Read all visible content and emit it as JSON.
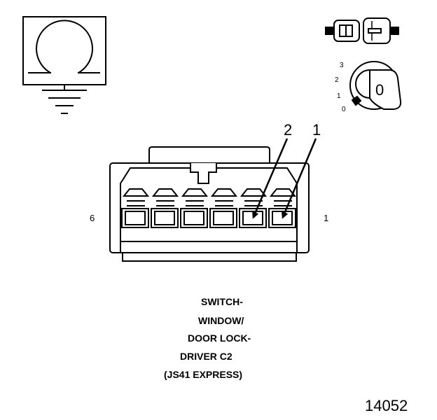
{
  "symbols": {
    "ground_symbol_icon": "ground-symbol-icon",
    "connector_icon": "connector-icon",
    "ignition_key_icon": "ignition-key-icon"
  },
  "ignition": {
    "positions": [
      "3",
      "2",
      "1",
      "0"
    ],
    "key_position": "0"
  },
  "connector": {
    "pin_callouts": [
      "2",
      "1"
    ],
    "end_labels": {
      "left": "6",
      "right": "1"
    },
    "cavity_count": 6
  },
  "caption": {
    "lines": [
      "SWITCH-",
      "WINDOW/",
      "DOOR LOCK-",
      "DRIVER C2",
      "(JS41 EXPRESS)"
    ]
  },
  "figure_number": "14052",
  "colors": {
    "ink": "#000000",
    "paper": "#ffffff",
    "shade": "#bfbfbf"
  }
}
